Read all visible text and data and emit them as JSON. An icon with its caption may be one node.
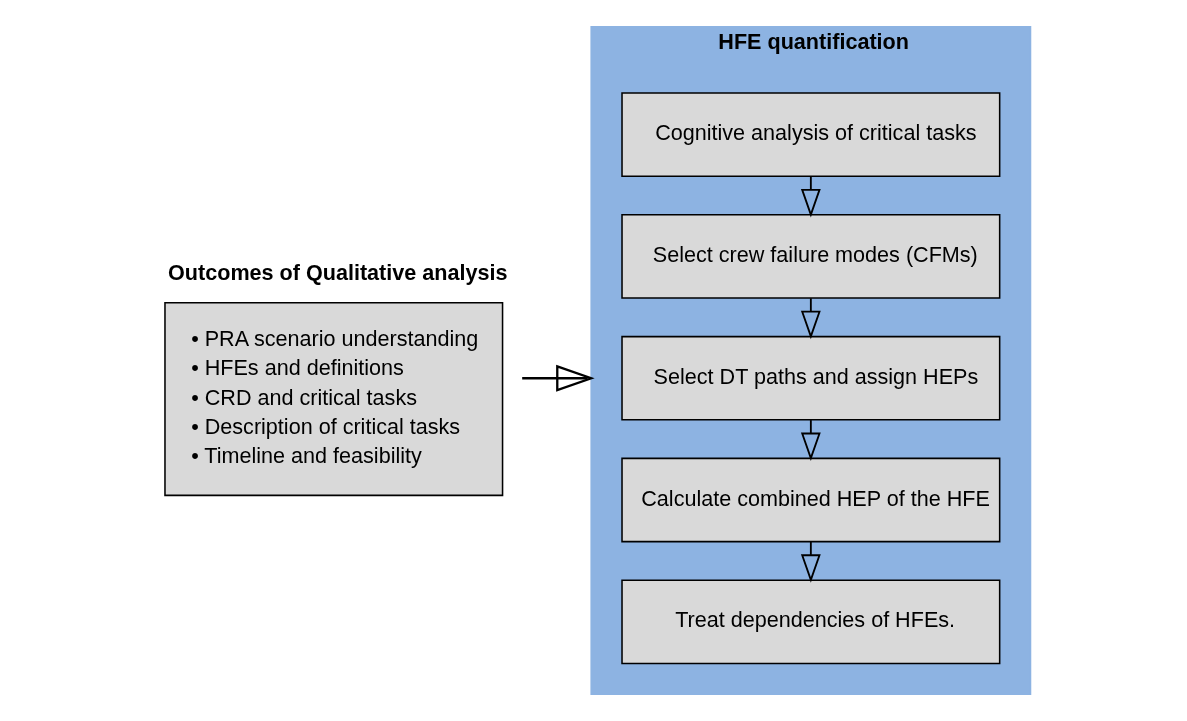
{
  "diagram": {
    "nodes": [
      {
        "text": [
          "Outcomes of Qualitative analysis",
          "• PRA scenario understanding",
          "• HFEs and definitions",
          "• CRD and critical tasks",
          "• Description of critical tasks",
          "• Timeline and feasibility"
        ]
      },
      {
        "text": [
          "HFE quantification"
        ]
      },
      {
        "text": [
          "Cognitive analysis of critical tasks"
        ],
        "in": 1
      },
      {
        "text": [
          "Select crew failure modes (CFMs)"
        ],
        "in": 1
      },
      {
        "text": [
          "Select DT paths and assign HEPs"
        ],
        "in": 1
      },
      {
        "text": [
          "Calculate combined HEP of the HFE"
        ],
        "in": 1
      },
      {
        "text": [
          "Treat dependencies of HFEs."
        ],
        "in": 1
      }
    ],
    "edges": [
      {
        "from": 0,
        "to": 1,
        "arrow": "to"
      },
      {
        "from": 2,
        "to": 3,
        "arrow": "to"
      },
      {
        "from": 3,
        "to": 4,
        "arrow": "to"
      },
      {
        "from": 4,
        "to": 5,
        "arrow": "to"
      },
      {
        "from": 5,
        "to": 6,
        "arrow": "to"
      }
    ]
  }
}
